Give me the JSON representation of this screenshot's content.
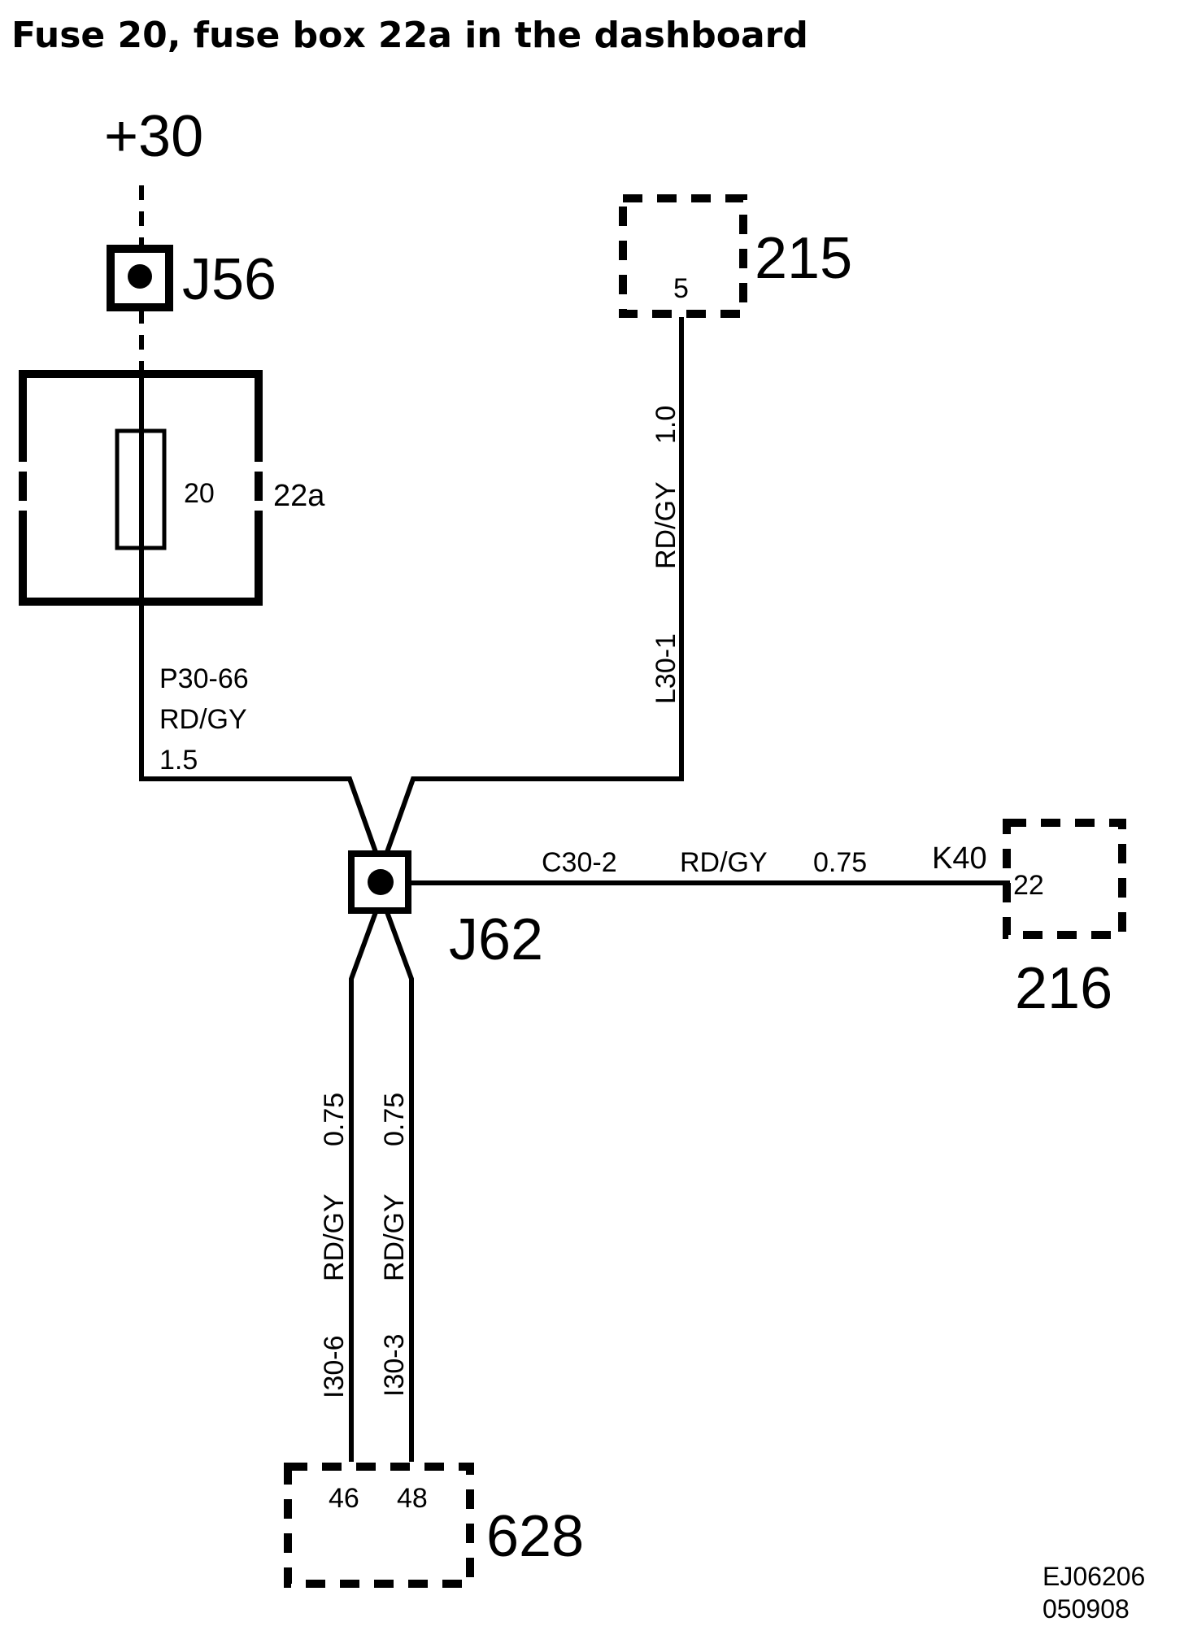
{
  "title": "Fuse 20, fuse box 22a in the dashboard",
  "supply": "+30",
  "splices": {
    "j56": "J56",
    "j62": "J62"
  },
  "fuse": {
    "number": "20",
    "box": "22a"
  },
  "wires": {
    "p30_66": {
      "id": "P30-66",
      "color": "RD/GY",
      "size": "1.5"
    },
    "l30_1": {
      "id": "L30-1",
      "color": "RD/GY",
      "size": "1.0"
    },
    "c30_2": {
      "id": "C30-2",
      "color": "RD/GY",
      "size": "0.75"
    },
    "i30_6": {
      "id": "I30-6",
      "color": "RD/GY",
      "size": "0.75"
    },
    "i30_3": {
      "id": "I30-3",
      "color": "RD/GY",
      "size": "0.75"
    }
  },
  "components": {
    "c215": {
      "name": "215",
      "pin": "5"
    },
    "c216": {
      "name": "216",
      "connector": "K40",
      "pin": "22"
    },
    "c628": {
      "name": "628",
      "pin_a": "46",
      "pin_b": "48"
    }
  },
  "reference": {
    "code": "EJ06206",
    "date": "050908"
  }
}
